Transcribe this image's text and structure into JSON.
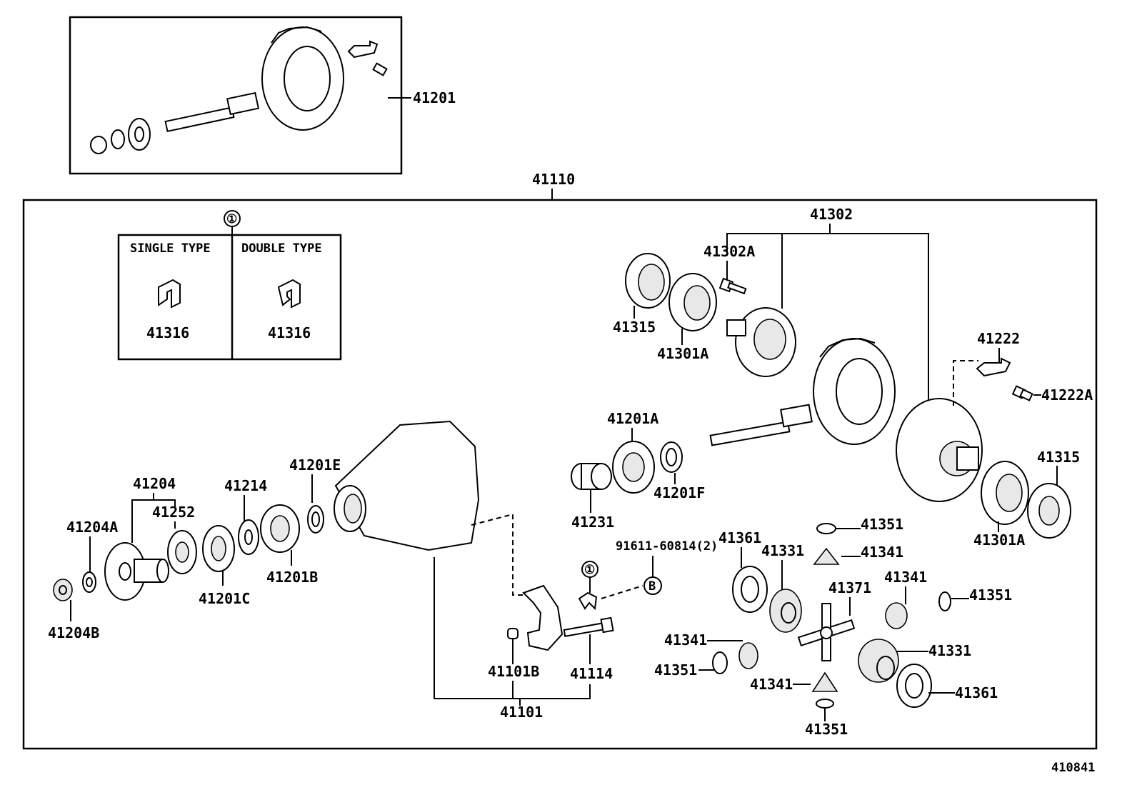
{
  "diagram_code": "410841",
  "assembly": "41110",
  "box_ring_gear": {
    "part": "41201"
  },
  "inset": {
    "marker": "①",
    "single_label": "SINGLE TYPE",
    "double_label": "DOUBLE TYPE",
    "single_part": "41316",
    "double_part": "41316"
  },
  "parts": {
    "p41302": "41302",
    "p41302A": "41302A",
    "p41315_top": "41315",
    "p41301A_top": "41301A",
    "p41222": "41222",
    "p41222A": "41222A",
    "p41201A": "41201A",
    "p41315_right": "41315",
    "p41301A_right": "41301A",
    "p41201E": "41201E",
    "p41231": "41231",
    "p41201F": "41201F",
    "p41204": "41204",
    "p41214": "41214",
    "p41252": "41252",
    "p41204A": "41204A",
    "p41201C": "41201C",
    "p41201B": "41201B",
    "p41204B": "41204B",
    "p91611": "91611-60814(2)",
    "p41361_top": "41361",
    "p41331_top": "41331",
    "p41351_a": "41351",
    "p41341_a": "41341",
    "p41341_b": "41341",
    "p41351_b": "41351",
    "p41371": "41371",
    "p41341_c": "41341",
    "p41331_b": "41331",
    "p41351_c": "41351",
    "p41341_d": "41341",
    "p41361_b": "41361",
    "p41351_d": "41351",
    "p41101B": "41101B",
    "p41114": "41114",
    "p41101": "41101"
  },
  "markers": {
    "circle_1": "①",
    "circle_b": "B"
  }
}
